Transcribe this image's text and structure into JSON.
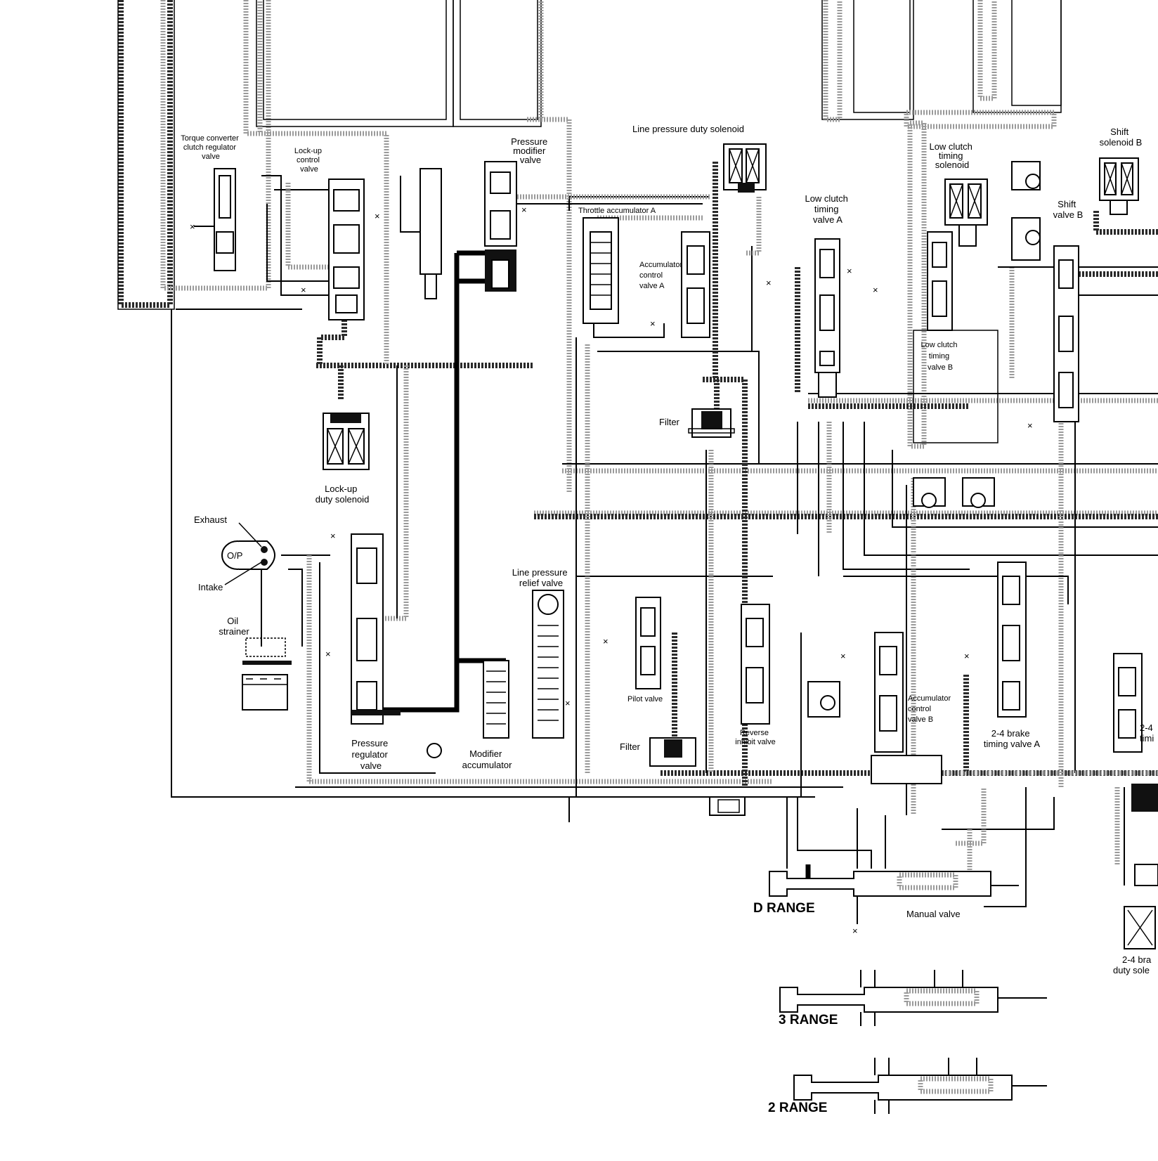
{
  "labels": {
    "torque_converter_valve": [
      "Torque converter",
      "clutch regulator",
      "valve"
    ],
    "lockup_control_valve": [
      "Lock-up",
      "control",
      "valve"
    ],
    "pressure_modifier_valve": [
      "Pressure",
      "modifier",
      "valve"
    ],
    "line_pressure_duty_solenoid": "Line pressure duty solenoid",
    "throttle_accumulator_a": "Throttle accumulator A",
    "accumulator_control_valve_a": [
      "Accumulator",
      "control",
      "valve A"
    ],
    "low_clutch_timing_valve_a": [
      "Low clutch",
      "timing",
      "valve A"
    ],
    "low_clutch_timing_solenoid": [
      "Low clutch",
      "timing",
      "solenoid"
    ],
    "low_clutch_timing_valve_b": [
      "Low clutch",
      "timing",
      "valve B"
    ],
    "shift_solenoid_b": [
      "Shift",
      "solenoid B"
    ],
    "shift_valve_b": [
      "Shift",
      "valve B"
    ],
    "lockup_duty_solenoid": [
      "Lock-up",
      "duty solenoid"
    ],
    "filter_upper": "Filter",
    "filter_lower": "Filter",
    "exhaust": "Exhaust",
    "oil_pump": "O/P",
    "intake": "Intake",
    "oil_strainer": [
      "Oil",
      "strainer"
    ],
    "line_pressure_relief_valve": [
      "Line pressure",
      "relief valve"
    ],
    "pressure_regulator_valve": [
      "Pressure",
      "regulator",
      "valve"
    ],
    "modifier_accumulator": [
      "Modifier",
      "accumulator"
    ],
    "pilot_valve": "Pilot valve",
    "reverse_inhibit_valve": [
      "Reverse",
      "inhibit valve"
    ],
    "accumulator_control_valve_b": [
      "Accumulator",
      "control",
      "valve B"
    ],
    "brake_24_timing_valve_a": [
      "2-4 brake",
      "timing valve A"
    ],
    "brake_24_timing_partial": [
      "2-4",
      "timi"
    ],
    "brake_24_duty_solenoid_partial": [
      "2-4 bra",
      "duty sole"
    ],
    "manual_valve": "Manual valve",
    "d_range": "D RANGE",
    "range_3": "3 RANGE",
    "range_2": "2 RANGE"
  }
}
